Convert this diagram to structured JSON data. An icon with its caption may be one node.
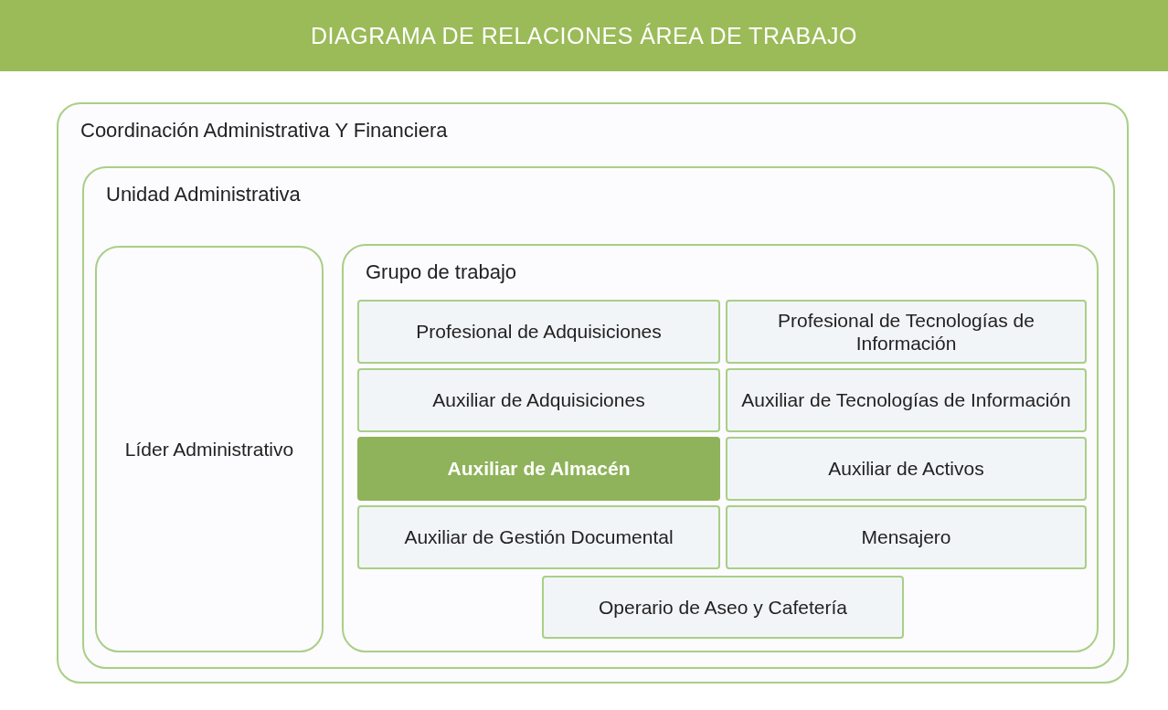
{
  "diagram": {
    "title": "DIAGRAMA DE RELACIONES ÁREA DE TRABAJO",
    "nodes": [
      {
        "text": [
          "Coordinación Administrativa Y Financiera"
        ]
      },
      {
        "text": [
          "Unidad Administrativa"
        ],
        "in": 0
      },
      {
        "text": [
          "Líder Administrativo"
        ],
        "in": 1
      },
      {
        "text": [
          "Grupo de trabajo"
        ],
        "in": 1
      },
      {
        "text": [
          "Profesional de Adquisiciones"
        ],
        "in": 3
      },
      {
        "text": [
          "Profesional de Tecnologías de Información"
        ],
        "in": 3
      },
      {
        "text": [
          "Auxiliar de Adquisiciones"
        ],
        "in": 3
      },
      {
        "text": [
          "Auxiliar de Tecnologías de Información"
        ],
        "in": 3
      },
      {
        "text": [
          "Auxiliar de Almacén"
        ],
        "in": 3
      },
      {
        "text": [
          "Auxiliar de Activos"
        ],
        "in": 3
      },
      {
        "text": [
          "Auxiliar de Gestión Documental"
        ],
        "in": 3
      },
      {
        "text": [
          "Mensajero"
        ],
        "in": 3
      },
      {
        "text": [
          "Operario de Aseo y Cafetería"
        ],
        "in": 3
      }
    ]
  }
}
